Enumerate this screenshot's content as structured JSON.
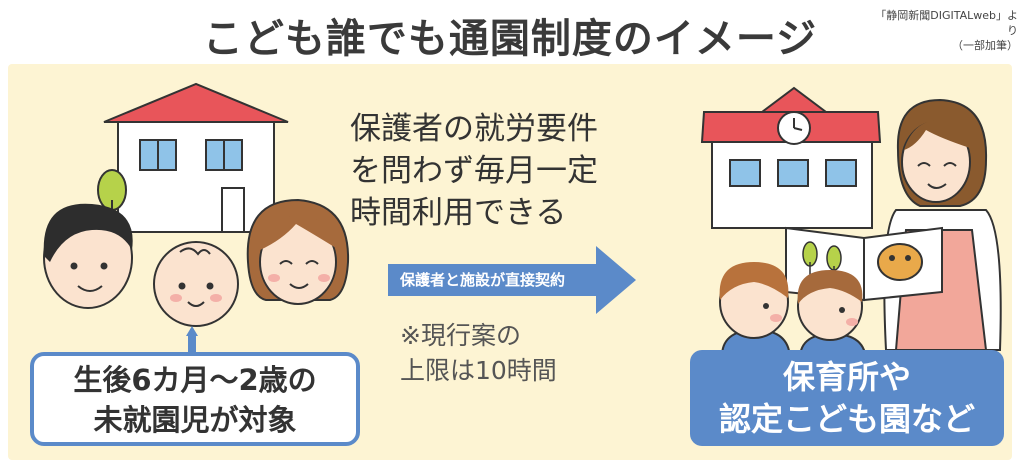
{
  "title": "こども誰でも通園制度のイメージ",
  "source": {
    "line1": "「静岡新聞DIGITALweb」より",
    "line2": "（一部加筆）"
  },
  "requirement": {
    "line1": "保護者の就労要件",
    "line2": "を問わず毎月一定",
    "line3": "時間利用できる"
  },
  "arrow_label": "保護者と施設が直接契約",
  "note": {
    "line1": "※現行案の",
    "line2": "上限は10時間"
  },
  "target": {
    "line1": "生後6カ月～2歳の",
    "line2": "未就園児が対象"
  },
  "facility": {
    "line1": "保育所や",
    "line2": "認定こども園など"
  },
  "colors": {
    "background": "#fdf4d3",
    "accent_blue": "#5b8ac9",
    "roof_red": "#e8555a",
    "apron_pink": "#f2a79a"
  }
}
